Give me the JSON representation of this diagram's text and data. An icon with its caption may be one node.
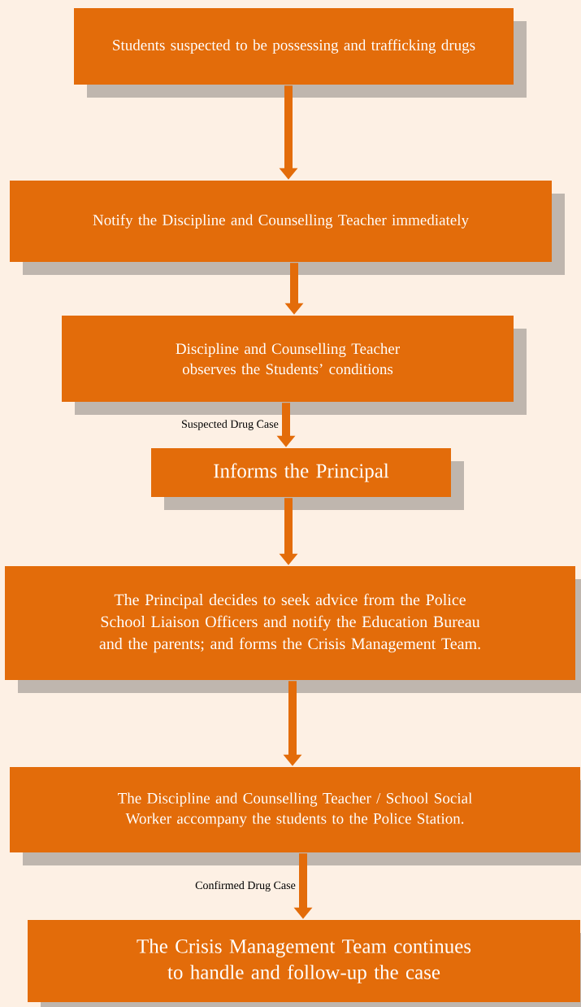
{
  "diagram": {
    "nodes": [
      {
        "text": [
          "Students suspected to be possessing and trafficking drugs"
        ]
      },
      {
        "text": [
          "Notify the Discipline and Counselling Teacher immediately"
        ]
      },
      {
        "text": [
          "Discipline and Counselling Teacher observes the Students’ conditions"
        ]
      },
      {
        "text": [
          "Informs the Principal"
        ]
      },
      {
        "text": [
          "The Principal decides to seek advice from the Police School Liaison Officers and notify the Education Bureau and the parents; and forms the Crisis Management Team."
        ]
      },
      {
        "text": [
          "The Discipline and Counselling Teacher / School Social Worker accompany the students to the Police Station."
        ]
      },
      {
        "text": [
          "The Crisis Management Team continues to handle and follow-up the case"
        ]
      }
    ],
    "edges": [
      {
        "from": 0,
        "to": 1,
        "arrow": "to"
      },
      {
        "from": 1,
        "to": 2,
        "arrow": "to"
      },
      {
        "from": 2,
        "to": 3,
        "arrow": "to",
        "label": "Suspected Drug Case"
      },
      {
        "from": 3,
        "to": 4,
        "arrow": "to"
      },
      {
        "from": 4,
        "to": 5,
        "arrow": "to"
      },
      {
        "from": 5,
        "to": 6,
        "arrow": "to",
        "label": "Confirmed Drug Case"
      }
    ]
  }
}
